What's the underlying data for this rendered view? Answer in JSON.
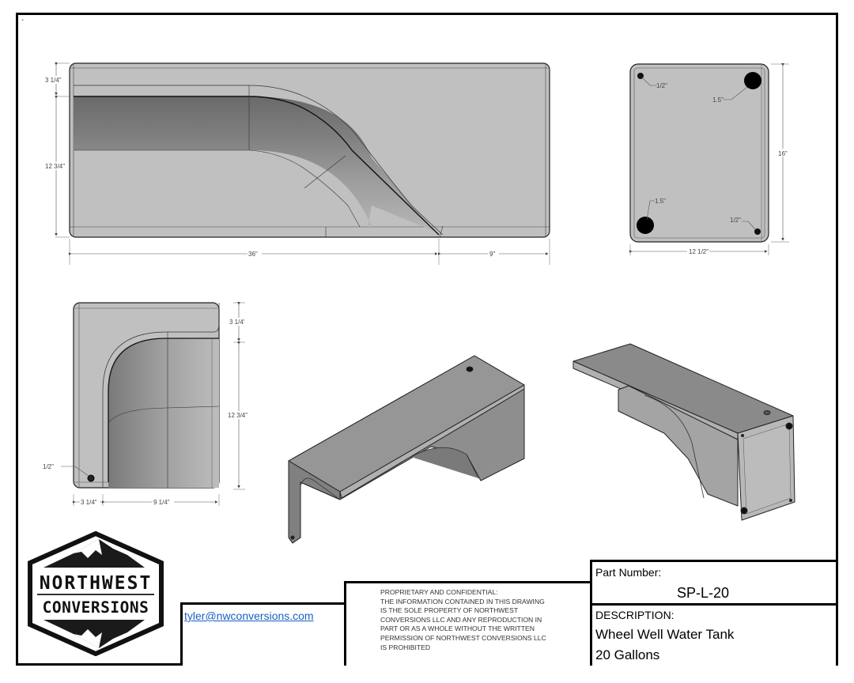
{
  "sheet": {
    "stray_mark": "`"
  },
  "views": {
    "top_view": {
      "dims": {
        "upper_height": "3 1/4\"",
        "lower_height": "12 3/4\"",
        "main_length": "36\"",
        "end_length": "9\""
      }
    },
    "end_view": {
      "dims": {
        "hole_tl": "1/2\"",
        "hole_tr": "1.5\"",
        "hole_bl": "1.5\"",
        "hole_br": "1/2\"",
        "height": "16\"",
        "width": "12 1/2\""
      }
    },
    "side_view": {
      "dims": {
        "upper_height": "3 1/4'",
        "lower_height": "12 3/4\"",
        "hole": "1/2\"",
        "left_width": "3 1/4\"",
        "right_width": "9 1/4\""
      }
    }
  },
  "title_block": {
    "logo": {
      "line1": "NORTHWEST",
      "line2": "CONVERSIONS"
    },
    "email": "tyler@nwconversions.com",
    "proprietary": [
      "PROPRIETARY AND CONFIDENTIAL:",
      "THE INFORMATION CONTAINED IN THIS DRAWING",
      "IS THE SOLE PROPERTY OF NORTHWEST",
      "CONVERSIONS LLC AND ANY REPRODUCTION IN",
      "PART OR AS A WHOLE WITHOUT THE WRITTEN",
      "PERMISSION OF NORTHWEST CONVERSIONS LLC",
      "IS PROHIBITED"
    ],
    "part_number_label": "Part Number:",
    "part_number": "SP-L-20",
    "description_label": "DESCRIPTION:",
    "description_line1": "Wheel Well Water Tank",
    "description_line2": "20 Gallons"
  },
  "colors": {
    "body_fill": "#c0c0c0",
    "shade_dark": "#6e6e6e",
    "iso_fill": "#8c8c8c",
    "link": "#1a5fc2"
  }
}
